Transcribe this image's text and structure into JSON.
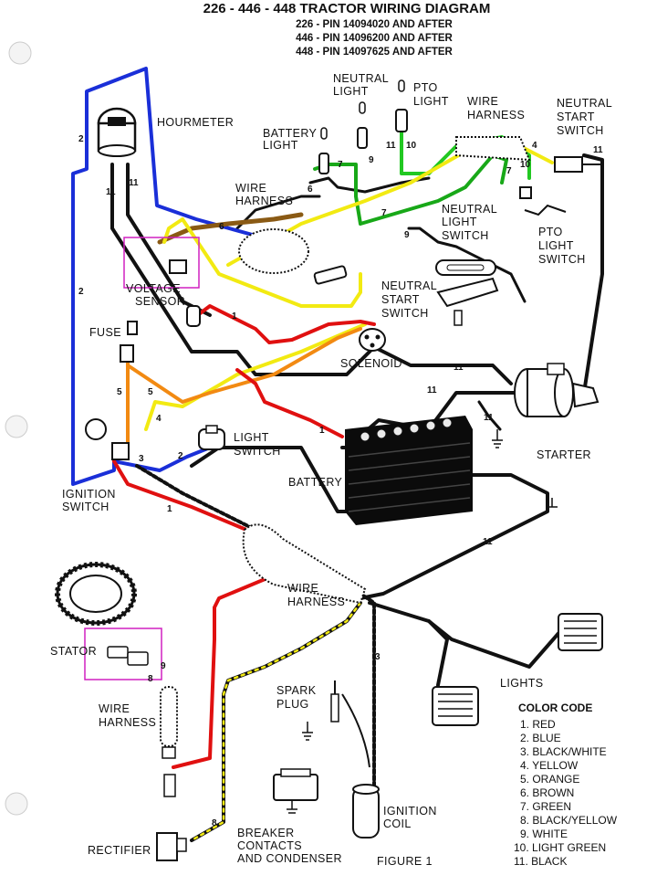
{
  "title": "226 - 446 - 448 TRACTOR WIRING DIAGRAM",
  "subtitles": [
    "226 - PIN 14094020 AND AFTER",
    "446 - PIN 14096200 AND AFTER",
    "448 - PIN 14097625 AND AFTER"
  ],
  "labels": {
    "hourmeter": "HOURMETER",
    "battery_light_1": "BATTERY",
    "battery_light_2": "LIGHT",
    "neutral_light_1": "NEUTRAL",
    "neutral_light_2": "LIGHT",
    "pto_light_1": "PTO",
    "pto_light_2": "LIGHT",
    "wire_harness_top_1": "WIRE",
    "wire_harness_top_2": "HARNESS",
    "neutral_start_switch_top_1": "NEUTRAL",
    "neutral_start_switch_top_2": "START",
    "neutral_start_switch_top_3": "SWITCH",
    "wire_harness_mid_1": "WIRE",
    "wire_harness_mid_2": "HARNESS",
    "neutral_light_switch_1": "NEUTRAL",
    "neutral_light_switch_2": "LIGHT",
    "neutral_light_switch_3": "SWITCH",
    "pto_light_switch_1": "PTO",
    "pto_light_switch_2": "LIGHT",
    "pto_light_switch_3": "SWITCH",
    "voltage_sensor_1": "VOLTAGE",
    "voltage_sensor_2": "SENSOR",
    "neutral_start_switch_mid_1": "NEUTRAL",
    "neutral_start_switch_mid_2": "START",
    "neutral_start_switch_mid_3": "SWITCH",
    "fuse": "FUSE",
    "solenoid": "SOLENOID",
    "light_switch_1": "LIGHT",
    "light_switch_2": "SWITCH",
    "starter": "STARTER",
    "battery": "BATTERY",
    "ignition_switch_1": "IGNITION",
    "ignition_switch_2": "SWITCH",
    "wire_harness_low_1": "WIRE",
    "wire_harness_low_2": "HARNESS",
    "stator": "STATOR",
    "wire_harness_stator_1": "WIRE",
    "wire_harness_stator_2": "HARNESS",
    "lights": "LIGHTS",
    "spark_plug_1": "SPARK",
    "spark_plug_2": "PLUG",
    "breaker_1": "BREAKER",
    "breaker_2": "CONTACTS",
    "breaker_3": "AND CONDENSER",
    "ignition_coil_1": "IGNITION",
    "ignition_coil_2": "COIL",
    "rectifier": "RECTIFIER",
    "figure": "FIGURE 1"
  },
  "wire_numbers": {
    "n2a": "2",
    "n11a": "11",
    "n11b": "11",
    "n2b": "2",
    "n6a": "6",
    "n6b": "6",
    "n7a": "7",
    "n9a": "9",
    "n11c": "11",
    "n10a": "10",
    "n4a": "4",
    "n7b": "7",
    "n10b": "10",
    "n11d": "11",
    "n7c": "7",
    "n9b": "9",
    "n1a": "1",
    "n5a": "5",
    "n5b": "5",
    "n4b": "4",
    "n3a": "3",
    "n2c": "2",
    "n11e": "11",
    "n11f": "11",
    "n1b": "1",
    "n11g": "11",
    "n1c": "1",
    "n11h": "11",
    "n9c": "9",
    "n8a": "8",
    "n3b": "3",
    "n8b": "8"
  },
  "color_code": {
    "heading": "COLOR CODE",
    "items": [
      "1. RED",
      "2. BLUE",
      "3. BLACK/WHITE",
      "4. YELLOW",
      "5. ORANGE",
      "6. BROWN",
      "7. GREEN",
      "8. BLACK/YELLOW",
      "9. WHITE",
      "10. LIGHT GREEN",
      "11. BLACK"
    ]
  },
  "wire_colors": {
    "red": "#e01010",
    "blue": "#1a2fd8",
    "black": "#111111",
    "yellow": "#f2ea12",
    "orange": "#f28a12",
    "brown": "#8a5a14",
    "green": "#18a818",
    "light_green": "#22c822",
    "white": "#ffffff",
    "highlight_box": "#d020c0"
  }
}
